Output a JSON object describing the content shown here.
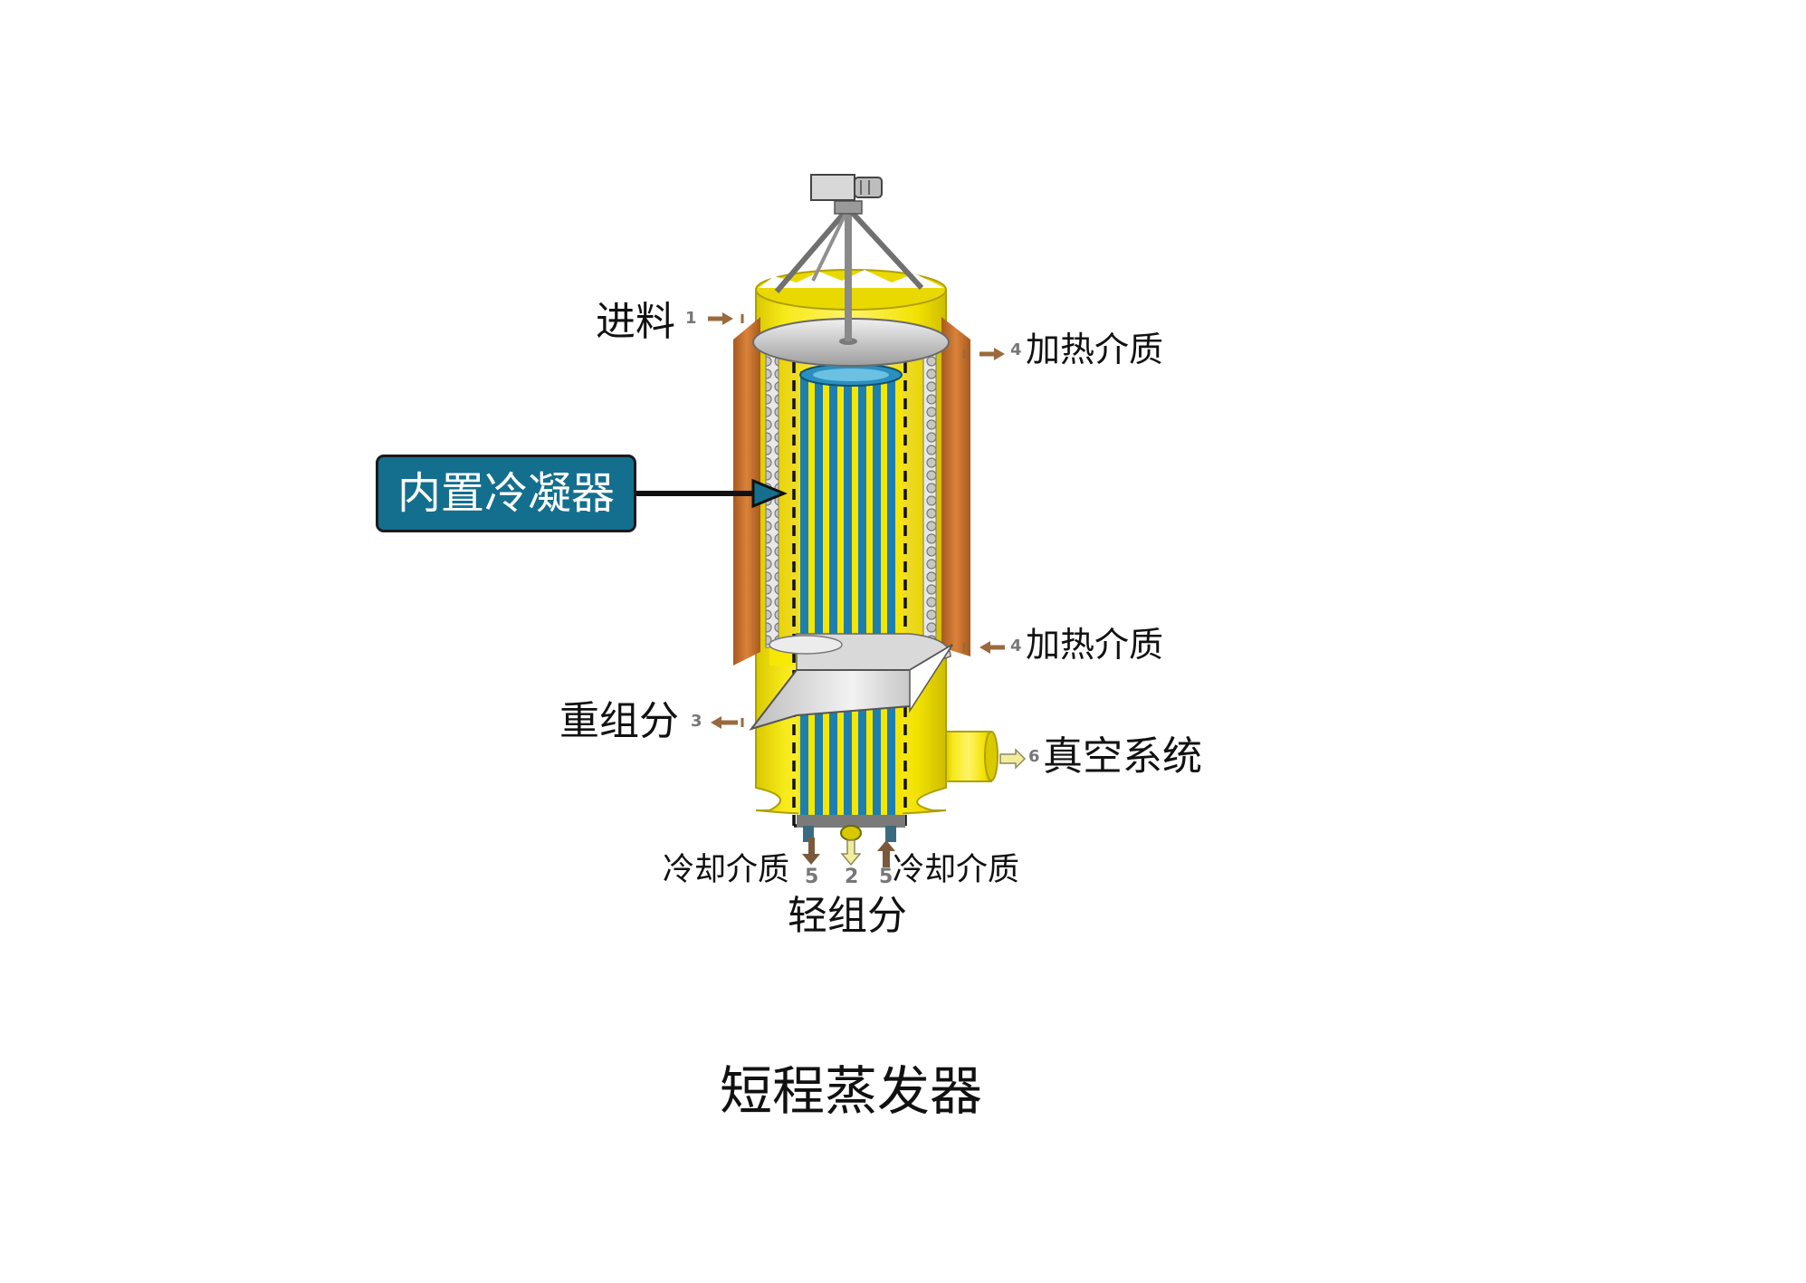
{
  "title": "短程蒸发器",
  "labels": {
    "feed": "进料",
    "heating_in": "加热介质",
    "heating_out": "加热介质",
    "heavy": "重组分",
    "vacuum": "真空系统",
    "cooling_left": "冷却介质",
    "cooling_right": "冷却介质",
    "light": "轻组分",
    "condenser": "内置冷凝器"
  },
  "numbers": {
    "feed": "1",
    "heating_top": "4",
    "heating_bottom": "4",
    "heavy": "3",
    "vacuum": "6",
    "cool_left": "5",
    "light": "2",
    "cool_right": "5"
  },
  "colors": {
    "shell_yellow": "#f2e500",
    "jacket_orange": "#c9752b",
    "condenser_blue": "#1d7fb0",
    "label_box": "#146f8e",
    "arrow_brown": "#9a6a3c"
  }
}
